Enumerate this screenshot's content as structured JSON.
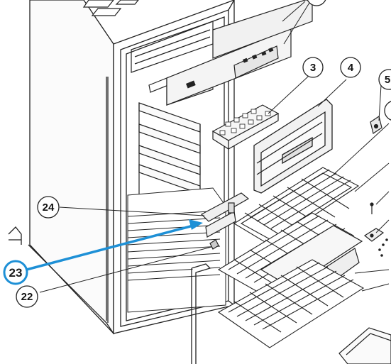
{
  "callouts": [
    {
      "id": "1",
      "label": ""
    },
    {
      "id": "3",
      "label": "3"
    },
    {
      "id": "4",
      "label": "4"
    },
    {
      "id": "5",
      "label": "5"
    },
    {
      "id": "6",
      "label": ""
    },
    {
      "id": "24",
      "label": "24"
    },
    {
      "id": "23",
      "label": "23"
    },
    {
      "id": "22",
      "label": "22"
    }
  ],
  "highlight": {
    "callout": "23",
    "color": "#1e90d6"
  },
  "colors": {
    "line": "#222222",
    "accent": "#1e90d6",
    "panel": "#e9e9e9"
  }
}
